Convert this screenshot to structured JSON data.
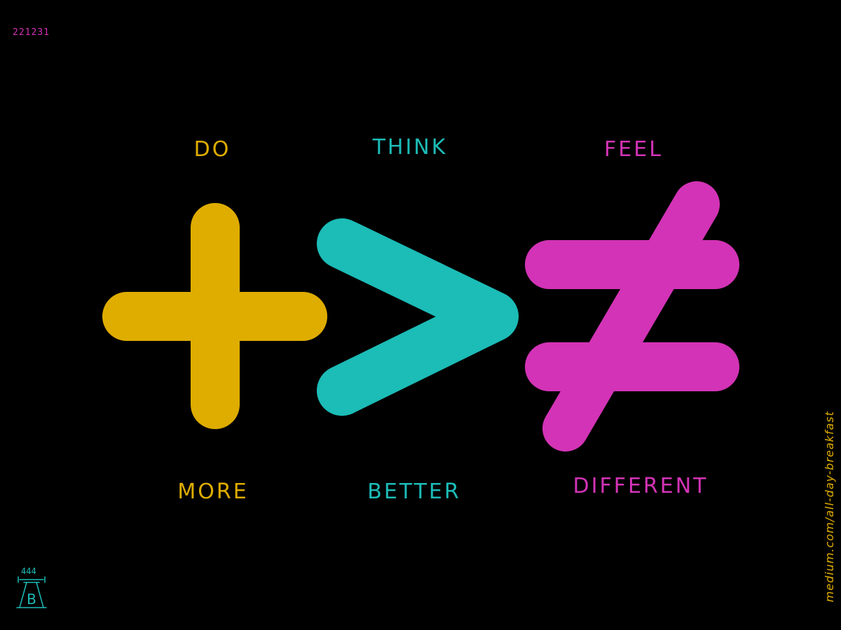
{
  "colors": {
    "background": "#000000",
    "gold": "#dfad00",
    "teal": "#1cbcb7",
    "magenta": "#d333b6"
  },
  "date_stamp": "221231",
  "symbols": [
    {
      "name": "plus",
      "top": "DO",
      "bottom": "MORE",
      "color": "#dfad00"
    },
    {
      "name": "greater-than",
      "top": "THINK",
      "bottom": "BETTER",
      "color": "#1cbcb7"
    },
    {
      "name": "not-equal",
      "top": "FEEL",
      "bottom": "DIFFERENT",
      "color": "#d333b6"
    }
  ],
  "footer": {
    "url": "medium.com/all-day-breakfast",
    "logo_number": "444",
    "logo_letter": "B"
  }
}
